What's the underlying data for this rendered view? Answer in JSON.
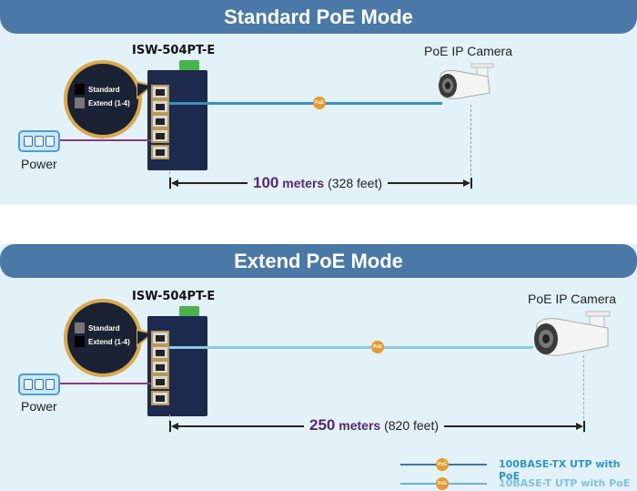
{
  "sections": [
    {
      "title": "Standard PoE Mode",
      "model": "ISW-504PT-E",
      "callout": {
        "options": [
          {
            "label": "Standard",
            "state": "active"
          },
          {
            "label": "Extend (1-4)",
            "state": "inactive"
          }
        ]
      },
      "power_label": "Power",
      "camera_label": "PoE IP Camera",
      "poe_badge": "PoE",
      "distance": {
        "value": "100",
        "unit": "meters",
        "alt": "(328 feet)"
      },
      "link_type": "100BASE-TX UTP with PoE"
    },
    {
      "title": "Extend PoE Mode",
      "model": "ISW-504PT-E",
      "callout": {
        "options": [
          {
            "label": "Standard",
            "state": "inactive"
          },
          {
            "label": "Extend (1-4)",
            "state": "active"
          }
        ]
      },
      "power_label": "Power",
      "camera_label": "PoE IP Camera",
      "poe_badge": "PoE",
      "distance": {
        "value": "250",
        "unit": "meters",
        "alt": "(820 feet)"
      },
      "link_type": "10BASE-T UTP with PoE"
    }
  ],
  "legend": [
    {
      "label": "100BASE-TX UTP with PoE",
      "color": "#2e95c4",
      "line_color": "#3a78a8"
    },
    {
      "label": "10BASE-T UTP with PoE",
      "color": "#7ec3e0",
      "line_color": "#6fb0d6"
    }
  ],
  "colors": {
    "banner": "#4a79a8",
    "panel": "#e3f1f9",
    "tx_line": "#3a8fc4",
    "t_line": "#8bc9e6",
    "power_line": "#8a3a7a",
    "poe_badge": "#e69b2e",
    "distance_accent": "#552a6e"
  }
}
